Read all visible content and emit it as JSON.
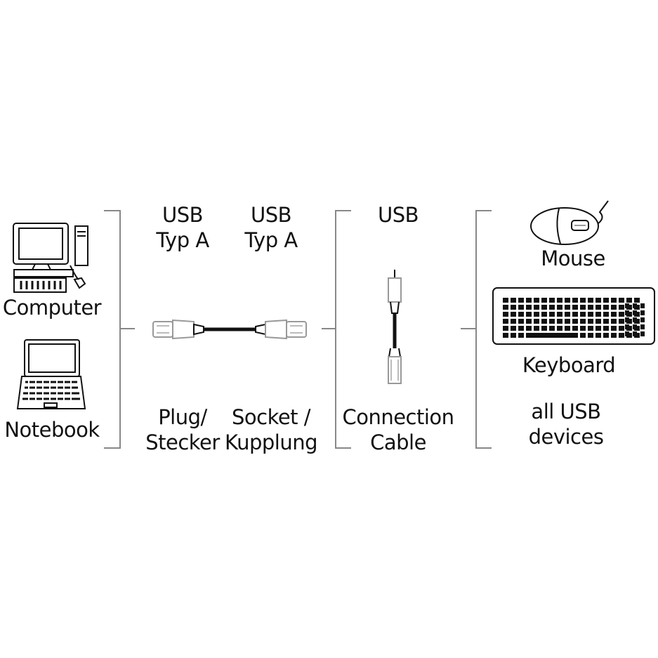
{
  "colors": {
    "line": "#111111",
    "bracket": "#888888",
    "background": "#ffffff"
  },
  "left": {
    "computer_label": "Computer",
    "notebook_label": "Notebook"
  },
  "adapter": {
    "plug_type_line1": "USB",
    "plug_type_line2": "Typ A",
    "socket_type_line1": "USB",
    "socket_type_line2": "Typ A",
    "plug_label_line1": "Plug/",
    "plug_label_line2": "Stecker",
    "socket_label_line1": "Socket /",
    "socket_label_line2": "Kupplung"
  },
  "cable": {
    "type_label": "USB",
    "label_line1": "Connection",
    "label_line2": "Cable"
  },
  "devices": {
    "mouse_label": "Mouse",
    "keyboard_label": "Keyboard",
    "all_line1": "all USB",
    "all_line2": "devices"
  },
  "icons": [
    "computer-icon",
    "notebook-icon",
    "usb-extension-cable-icon",
    "usb-cable-icon",
    "mouse-icon",
    "keyboard-icon"
  ]
}
